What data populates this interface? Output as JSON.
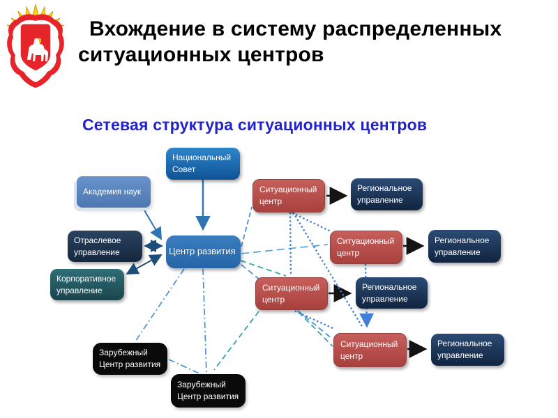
{
  "slide": {
    "title": "Вхождение в систему распределенных\nситуационных центров",
    "subtitle": "Сетевая структура ситуационных центров"
  },
  "icons": {
    "top_left": "coat-of-arms-chelyabinsk-oblast"
  },
  "nodes": {
    "national_council": "Национальный\nСовет",
    "academy": "Академия наук",
    "dev_center": "Центр развития",
    "industry_mgmt": "Отраслевое\nуправление",
    "corporate_mgmt": "Корпоративное\nуправление",
    "situational_center": "Ситуационный\nцентр",
    "regional_mgmt": "Региональное\nуправление",
    "foreign_center": "Зарубежный\nЦентр развития"
  },
  "colors": {
    "title": "#000000",
    "subtitle": "#2323cd",
    "dev_center_blue": "#2e74b5",
    "national_council_blue": "#1f6cb0",
    "academy_blue": "#6089c4",
    "navy": "#1f3a5f",
    "teal": "#2a6870",
    "red": "#bf4d4a",
    "black_node": "#0a0a0a",
    "arrow_black": "#141414",
    "arrow_dark_blue": "#1d4e79",
    "connector_blue": "#4a90d9",
    "connector_teal": "#2fa8a4",
    "connector_dot_blue": "#3f80d6"
  }
}
